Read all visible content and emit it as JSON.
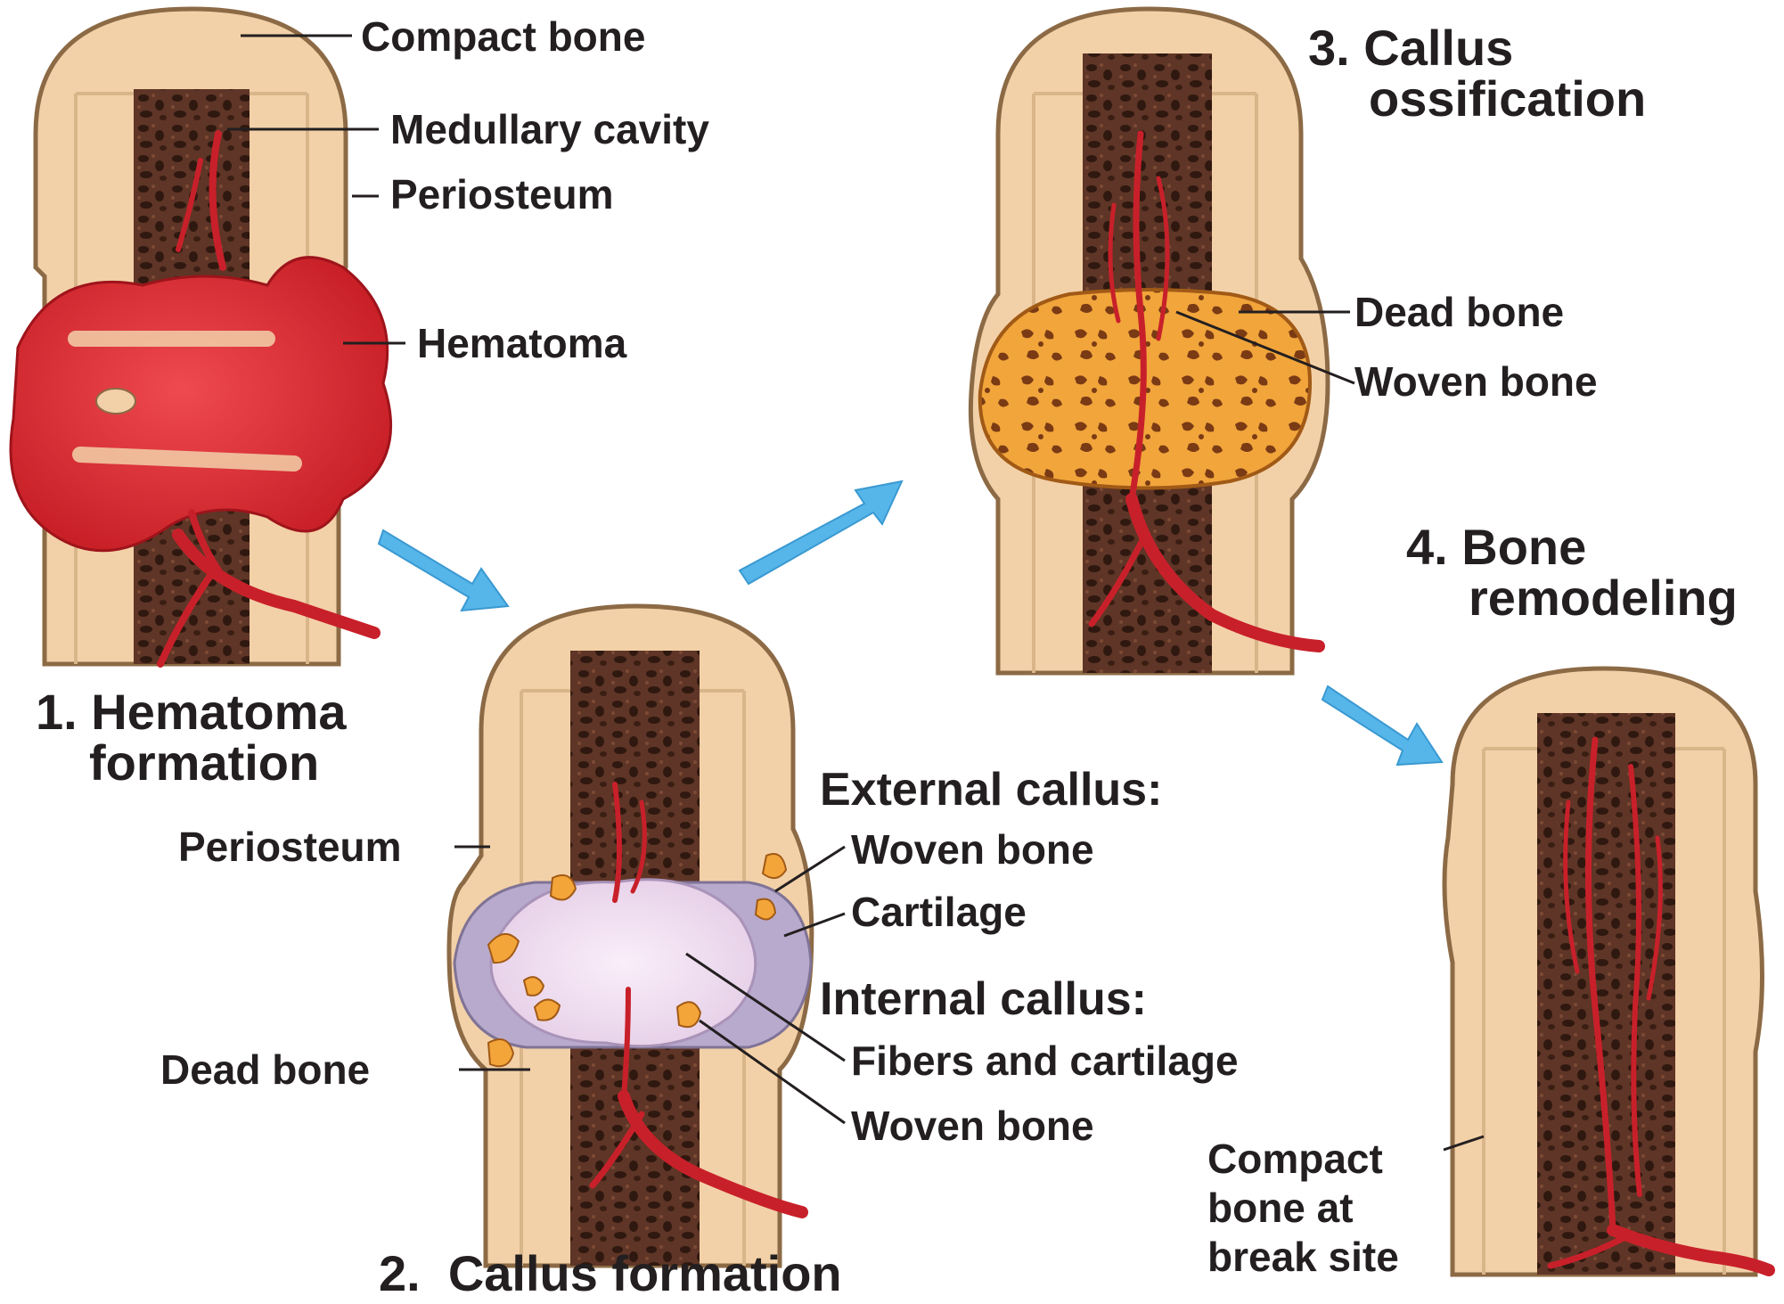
{
  "stages": {
    "hematoma": {
      "title_line1": "1. Hematoma",
      "title_line2": "formation",
      "labels": {
        "compact_bone": "Compact bone",
        "medullary_cavity": "Medullary cavity",
        "periosteum": "Periosteum",
        "hematoma": "Hematoma"
      }
    },
    "callus_formation": {
      "title": "2.  Callus formation",
      "labels": {
        "periosteum": "Periosteum",
        "dead_bone": "Dead bone",
        "external_callus_heading": "External callus:",
        "external_woven_bone": "Woven bone",
        "cartilage": "Cartilage",
        "internal_callus_heading": "Internal callus:",
        "fibers_and_cartilage": "Fibers and cartilage",
        "internal_woven_bone": "Woven bone"
      }
    },
    "callus_ossification": {
      "title_line1": "3. Callus",
      "title_line2": "ossification",
      "labels": {
        "dead_bone": "Dead bone",
        "woven_bone": "Woven bone"
      }
    },
    "bone_remodeling": {
      "title_line1": "4. Bone",
      "title_line2": "remodeling",
      "labels": {
        "compact_bone_line1": "Compact",
        "compact_bone_line2": "bone at",
        "compact_bone_line3": "break site"
      }
    }
  },
  "colors": {
    "compact_bone": "#f3d1a8",
    "bone_outline": "#8c6a45",
    "periosteum_edge": "#e9bf86",
    "medullary_cavity": "#5e3526",
    "spongy_pores": "#2f180f",
    "blood_vessel": "#c8202a",
    "hematoma": "#d7262e",
    "cartilage": "#f0dcf0",
    "cartilage_shadow": "#b7aacd",
    "woven_bone": "#f3a53a",
    "arrow": "#56b6ea"
  }
}
